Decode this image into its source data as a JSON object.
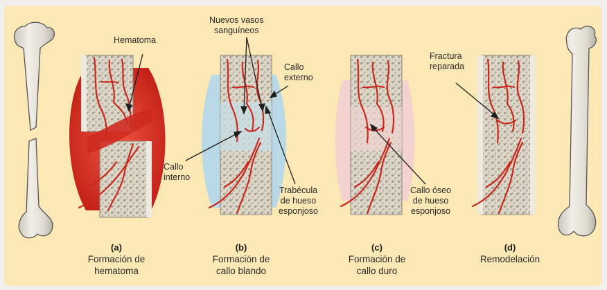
{
  "panels": [
    {
      "letter": "(a)",
      "caption": "Formación de\nhematoma"
    },
    {
      "letter": "(b)",
      "caption": "Formación de\ncallo blando"
    },
    {
      "letter": "(c)",
      "caption": "Formación de\ncallo duro"
    },
    {
      "letter": "(d)",
      "caption": "Remodelación"
    }
  ],
  "labels": {
    "hematoma": "Hematoma",
    "nuevos_vasos": "Nuevos vasos\nsanguíneos",
    "callo_externo": "Callo\nexterno",
    "callo_interno": "Callo\ninterno",
    "trabecula": "Trabécula\nde hueso\nesponjoso",
    "callo_oseo": "Callo óseo\nde hueso\nesponjoso",
    "fractura_reparada": "Fractura\nreparada"
  },
  "colors": {
    "background": "#fbe8b4",
    "bone_outline": "#4a4a4a",
    "bone_fill": "#f3f0e8",
    "spongy_fill": "#d9d3c4",
    "blood_vessel": "#c8281e",
    "hematoma": "#d8362a",
    "soft_callus": "#b9d9e6",
    "hard_callus": "#f3d2cf"
  }
}
